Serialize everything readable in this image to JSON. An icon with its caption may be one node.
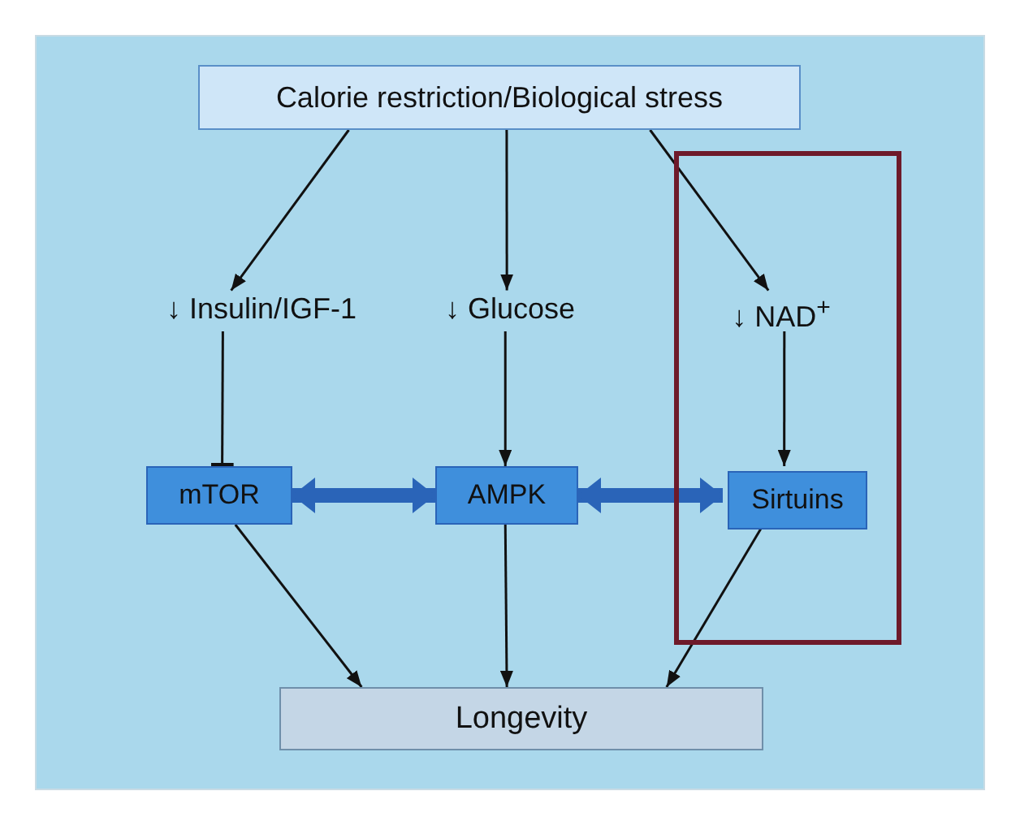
{
  "diagram": {
    "nodes": [
      {
        "text": [
          "Calorie restriction/Biological stress"
        ]
      },
      {
        "text": [
          "↓ Insulin/IGF-1"
        ]
      },
      {
        "text": [
          "↓ Glucose"
        ]
      },
      {
        "text": [],
        "shape": "box"
      },
      {
        "text": [
          "↓ NAD$^{+}$"
        ],
        "in": 3
      },
      {
        "text": [
          "mTOR"
        ]
      },
      {
        "text": [
          "AMPK"
        ]
      },
      {
        "text": [
          "Sirtuins"
        ],
        "in": 3
      },
      {
        "text": [
          "Longevity"
        ]
      }
    ],
    "edges": [
      {
        "from": 0,
        "to": 1,
        "arrow": "to"
      },
      {
        "from": 0,
        "to": 2,
        "arrow": "to"
      },
      {
        "from": 0,
        "to": 4,
        "arrow": "to"
      },
      {
        "from": 1,
        "to": 5,
        "arrow": "other"
      },
      {
        "from": 2,
        "to": 6,
        "arrow": "to"
      },
      {
        "from": 4,
        "to": 7,
        "arrow": "to"
      },
      {
        "from": 5,
        "to": 6,
        "arrow": "both",
        "style": "thick",
        "color": "#2a64b8"
      },
      {
        "from": 6,
        "to": 7,
        "arrow": "both",
        "style": "thick",
        "color": "#2a64b8"
      },
      {
        "from": 5,
        "to": 8,
        "arrow": "to"
      },
      {
        "from": 6,
        "to": 8,
        "arrow": "to"
      },
      {
        "from": 7,
        "to": 8,
        "arrow": "to"
      }
    ]
  }
}
